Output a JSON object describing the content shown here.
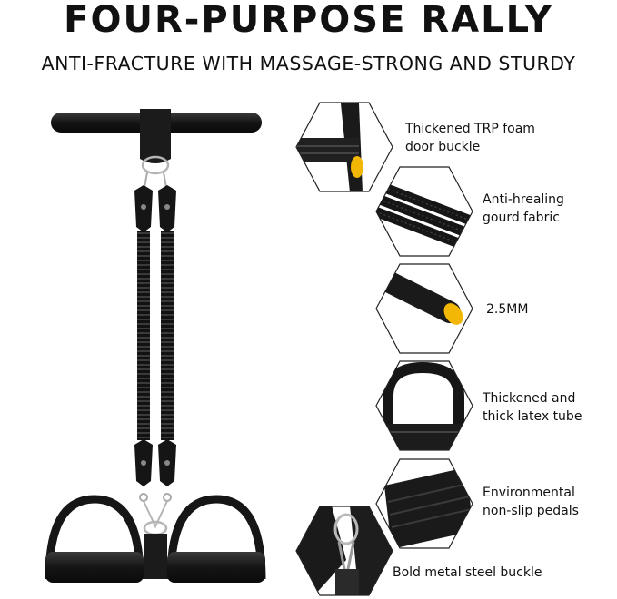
{
  "header": {
    "title": "FOUR-PURPOSE RALLY",
    "subtitle": "ANTI-FRACTURE WITH MASSAGE-STRONG AND STURDY"
  },
  "features": [
    {
      "line1": "Thickened TRP foam",
      "line2": "door buckle",
      "icon": "door-buckle-icon"
    },
    {
      "line1": "Anti-hrealing",
      "line2": "gourd fabric",
      "icon": "gourd-fabric-icon"
    },
    {
      "line1": "2.5MM",
      "line2": "",
      "icon": "foam-handle-icon"
    },
    {
      "line1": "Thickened and",
      "line2": "thick latex tube",
      "icon": "latex-tube-icon"
    },
    {
      "line1": "Environmental",
      "line2": "non-slip pedals",
      "icon": "pedal-icon"
    },
    {
      "line1": "Bold metal steel buckle",
      "line2": "",
      "icon": "steel-buckle-icon"
    }
  ],
  "colors": {
    "accent": "#f2b705",
    "product": "#1a1a1a"
  }
}
